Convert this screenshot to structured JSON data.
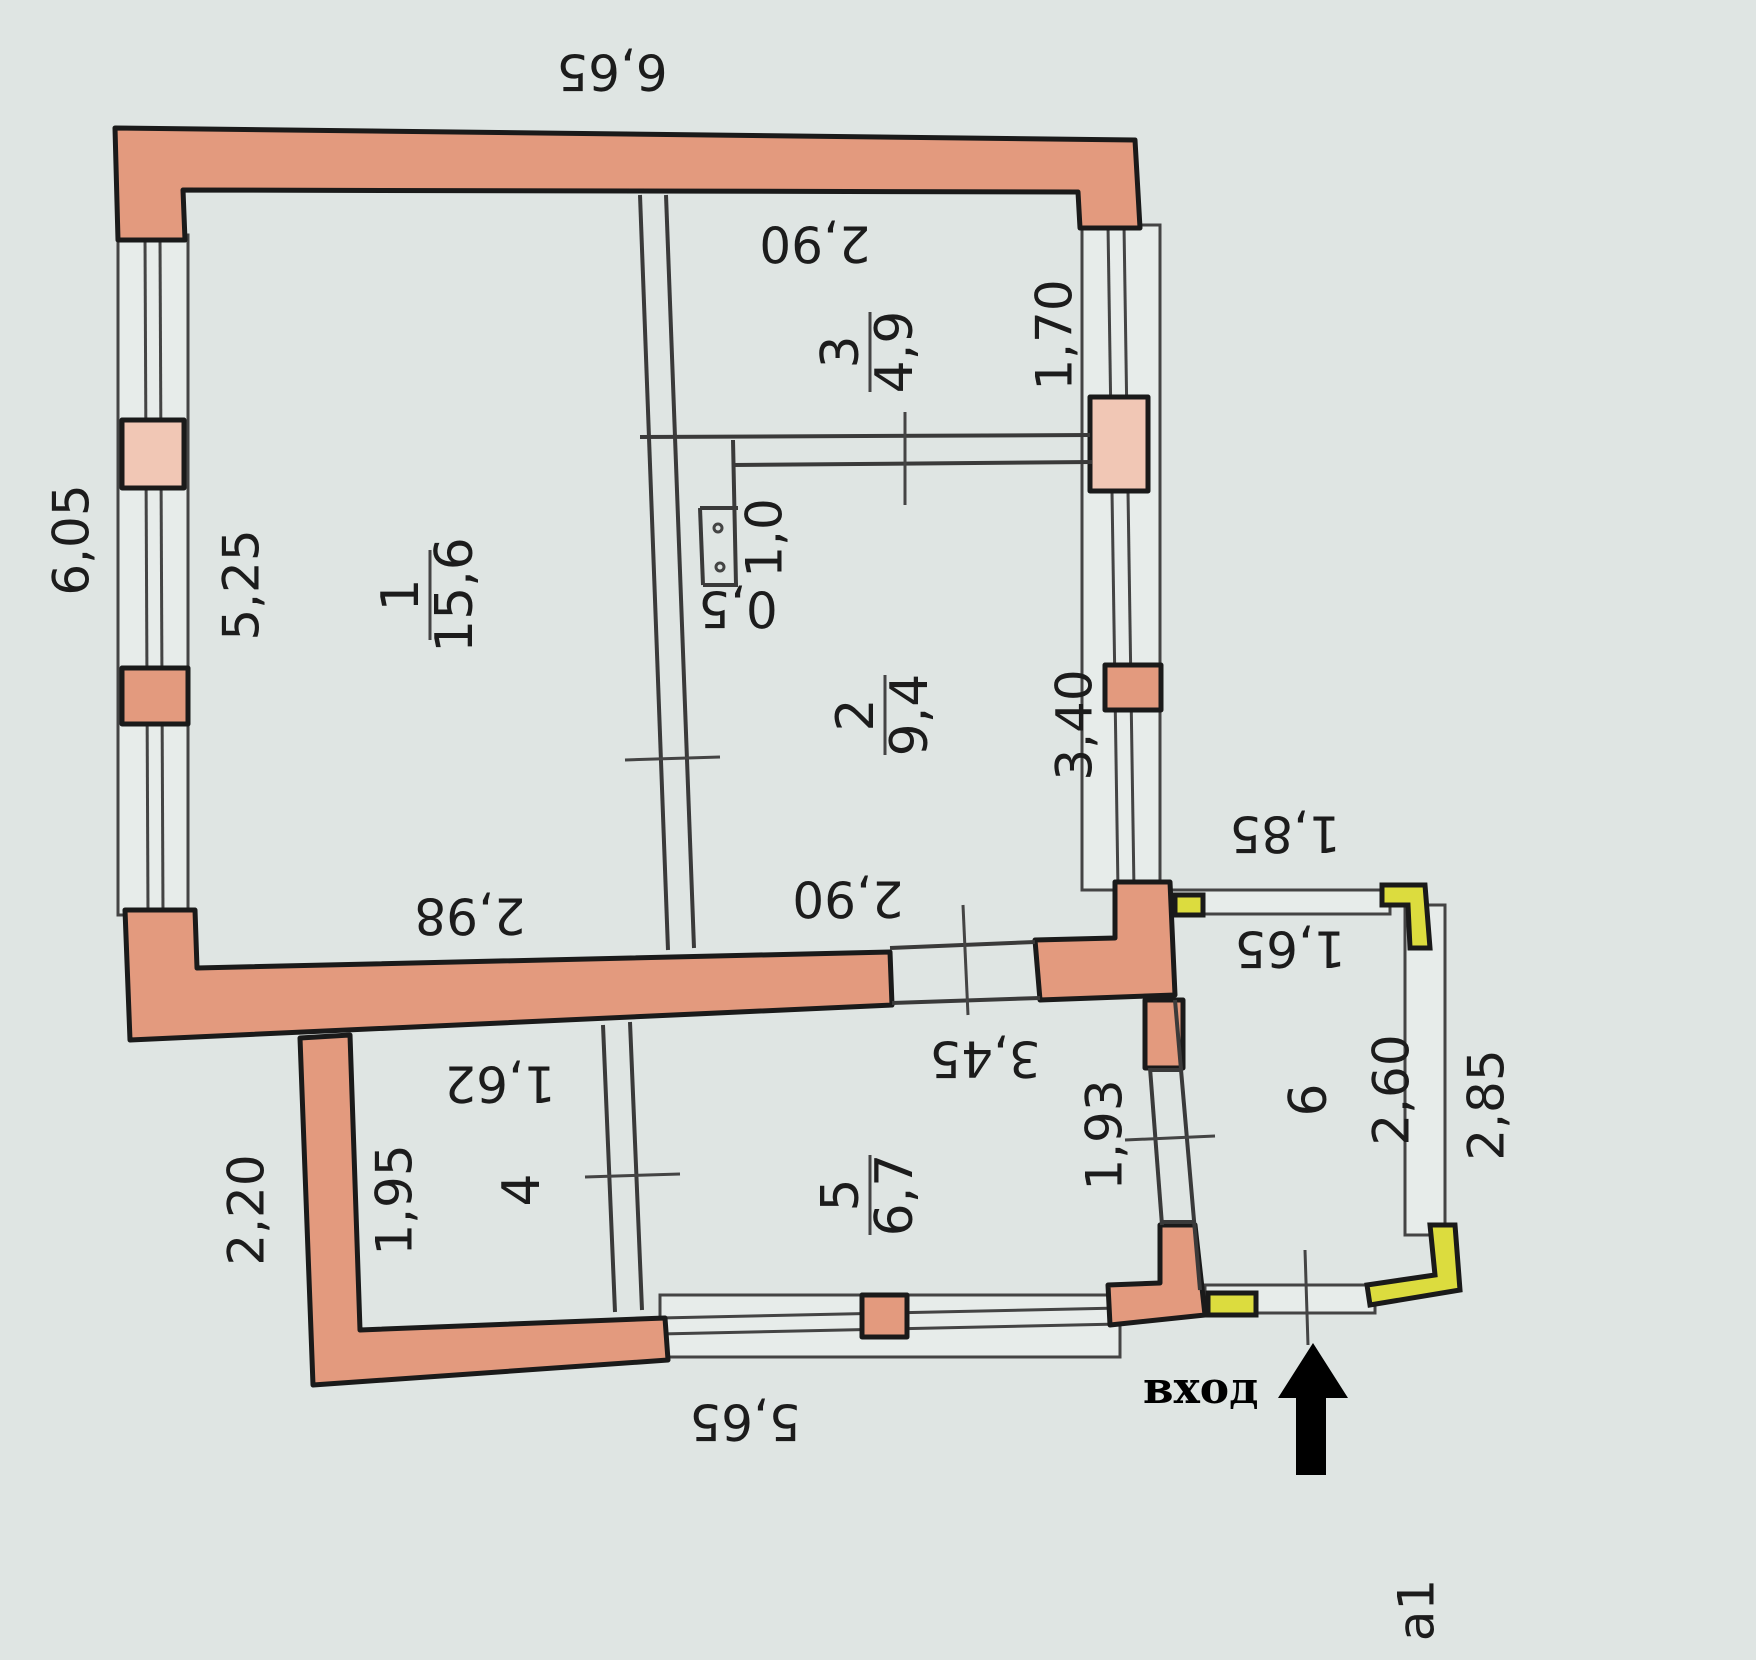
{
  "title": "Floor plan",
  "rooms": [
    {
      "number": "1",
      "area": "15,6"
    },
    {
      "number": "2",
      "area": "9,4"
    },
    {
      "number": "3",
      "area": "4,9"
    },
    {
      "number": "4"
    },
    {
      "number": "5",
      "area": "6,7"
    },
    {
      "number": "6"
    }
  ],
  "dimensions": {
    "top_overall": "6,65",
    "left_overall": "6,05",
    "room1_length": "5,25",
    "room1_width": "2,98",
    "room3_width_top": "2,90",
    "room3_length": "1,70",
    "room2_width": "2,90",
    "room2_length": "3,40",
    "fixture_width": "1,0",
    "fixture_depth": "0,5",
    "porch_top": "1,85",
    "porch_inner": "1,65",
    "porch_length_inner": "2,60",
    "porch_length_outer": "2,85",
    "corridor_width": "3,45",
    "room4_width": "1,62",
    "room4_length": "1,95",
    "room5_length": "1,93",
    "annex_left": "2,20",
    "bottom_overall": "5,65"
  },
  "entry_label": "вход",
  "axis_label": "a1",
  "colors": {
    "wall": "#e39a7e",
    "porch_pillar": "#dcdc3e",
    "background": "#dfe5e3"
  }
}
